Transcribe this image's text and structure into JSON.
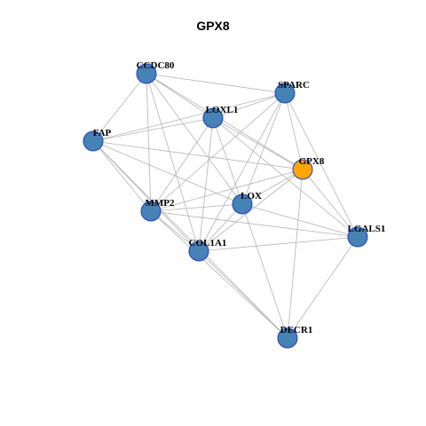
{
  "chart_data": {
    "type": "network",
    "title": "GPX8",
    "colors": {
      "node_fill": "#4682B4",
      "node_stroke": "#1F3CC8",
      "hub_fill": "#FFA500",
      "edge": "#B3B3B3"
    },
    "nodes": [
      {
        "id": "CCDC80",
        "label": "CCDC80",
        "hub": false
      },
      {
        "id": "SPARC",
        "label": "SPARC",
        "hub": false
      },
      {
        "id": "LOXL1",
        "label": "LOXL1",
        "hub": false
      },
      {
        "id": "FAP",
        "label": "FAP",
        "hub": false
      },
      {
        "id": "GPX8",
        "label": "GPX8",
        "hub": true
      },
      {
        "id": "LOX",
        "label": "LOX",
        "hub": false
      },
      {
        "id": "MMP2",
        "label": "MMP2",
        "hub": false
      },
      {
        "id": "COL1A1",
        "label": "COL1A1",
        "hub": false
      },
      {
        "id": "LGALS1",
        "label": "LGALS1",
        "hub": false
      },
      {
        "id": "DECR1",
        "label": "DECR1",
        "hub": false
      }
    ],
    "edges": [
      [
        "CCDC80",
        "SPARC"
      ],
      [
        "CCDC80",
        "GPX8"
      ],
      [
        "CCDC80",
        "FAP"
      ],
      [
        "CCDC80",
        "MMP2"
      ],
      [
        "CCDC80",
        "COL1A1"
      ],
      [
        "CCDC80",
        "LOX"
      ],
      [
        "CCDC80",
        "LOXL1"
      ],
      [
        "SPARC",
        "LOXL1"
      ],
      [
        "SPARC",
        "FAP"
      ],
      [
        "SPARC",
        "MMP2"
      ],
      [
        "SPARC",
        "COL1A1"
      ],
      [
        "SPARC",
        "LOX"
      ],
      [
        "SPARC",
        "LGALS1"
      ],
      [
        "SPARC",
        "GPX8"
      ],
      [
        "LOXL1",
        "FAP"
      ],
      [
        "LOXL1",
        "MMP2"
      ],
      [
        "LOXL1",
        "COL1A1"
      ],
      [
        "LOXL1",
        "LOX"
      ],
      [
        "LOXL1",
        "GPX8"
      ],
      [
        "LOXL1",
        "LGALS1"
      ],
      [
        "FAP",
        "GPX8"
      ],
      [
        "FAP",
        "MMP2"
      ],
      [
        "FAP",
        "COL1A1"
      ],
      [
        "FAP",
        "DECR1"
      ],
      [
        "FAP",
        "LOX"
      ],
      [
        "GPX8",
        "MMP2"
      ],
      [
        "GPX8",
        "COL1A1"
      ],
      [
        "GPX8",
        "LOX"
      ],
      [
        "GPX8",
        "LGALS1"
      ],
      [
        "GPX8",
        "DECR1"
      ],
      [
        "MMP2",
        "LOX"
      ],
      [
        "MMP2",
        "COL1A1"
      ],
      [
        "MMP2",
        "LGALS1"
      ],
      [
        "MMP2",
        "DECR1"
      ],
      [
        "LOX",
        "COL1A1"
      ],
      [
        "LOX",
        "LGALS1"
      ],
      [
        "LOX",
        "DECR1"
      ],
      [
        "COL1A1",
        "LGALS1"
      ],
      [
        "COL1A1",
        "DECR1"
      ],
      [
        "LGALS1",
        "DECR1"
      ]
    ]
  }
}
